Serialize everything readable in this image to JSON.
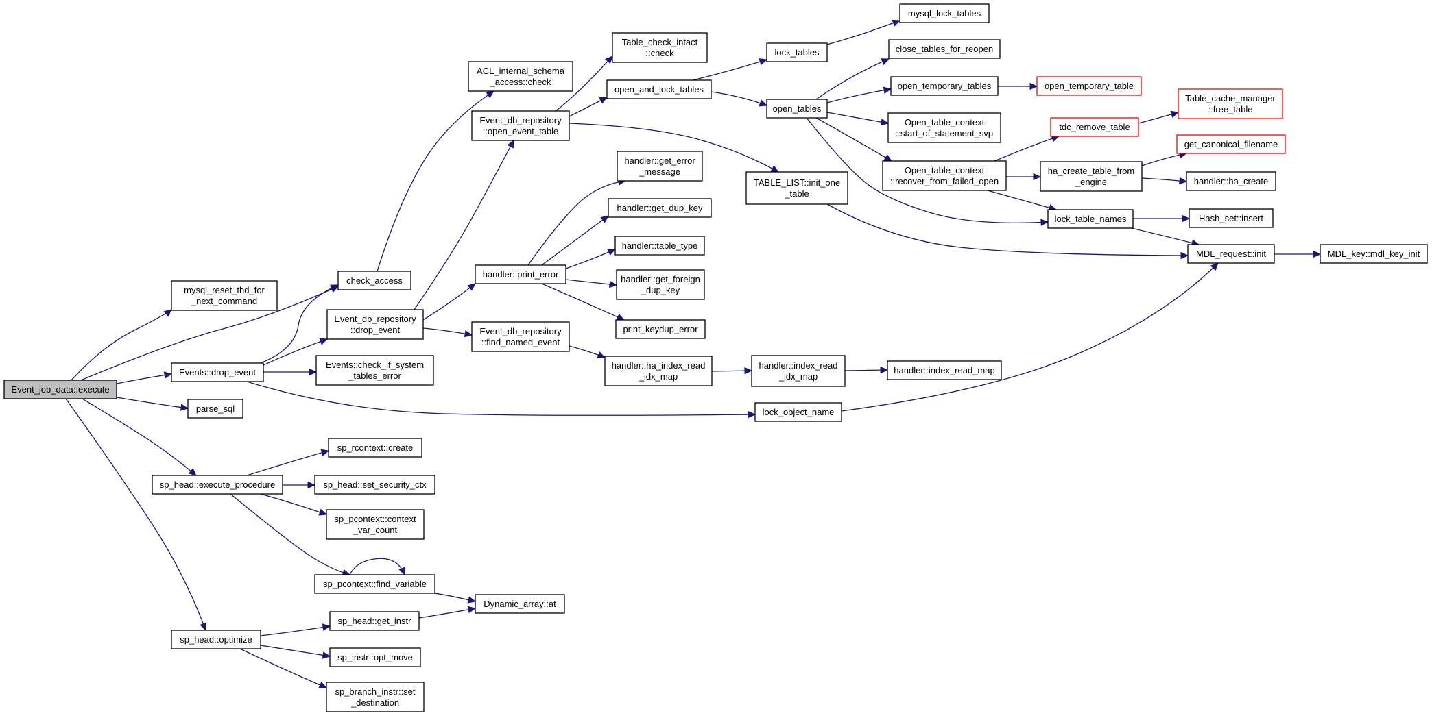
{
  "diagram": {
    "root": "Event_job_data::execute",
    "edge_color": "#191970",
    "root_fill": "#bfbfbf",
    "truncated_border": "#ff0000",
    "nodes": [
      {
        "id": "n_execute",
        "lines": [
          "Event_job_data::execute"
        ],
        "root": true
      },
      {
        "id": "n_mysql_reset",
        "lines": [
          "mysql_reset_thd_for",
          "_next_command"
        ]
      },
      {
        "id": "n_events_drop",
        "lines": [
          "Events::drop_event"
        ]
      },
      {
        "id": "n_parse_sql",
        "lines": [
          "parse_sql"
        ]
      },
      {
        "id": "n_exec_proc",
        "lines": [
          "sp_head::execute_procedure"
        ]
      },
      {
        "id": "n_optimize",
        "lines": [
          "sp_head::optimize"
        ]
      },
      {
        "id": "n_check_access",
        "lines": [
          "check_access"
        ]
      },
      {
        "id": "n_acl",
        "lines": [
          "ACL_internal_schema",
          "_access::check"
        ]
      },
      {
        "id": "n_repo_drop",
        "lines": [
          "Event_db_repository",
          "::drop_event"
        ]
      },
      {
        "id": "n_check_sys",
        "lines": [
          "Events::check_if_system",
          "_tables_error"
        ]
      },
      {
        "id": "n_lock_obj",
        "lines": [
          "lock_object_name"
        ]
      },
      {
        "id": "n_rctx_create",
        "lines": [
          "sp_rcontext::create"
        ]
      },
      {
        "id": "n_set_sec",
        "lines": [
          "sp_head::set_security_ctx"
        ]
      },
      {
        "id": "n_pctx_ctx",
        "lines": [
          "sp_pcontext::context",
          "_var_count"
        ]
      },
      {
        "id": "n_find_var",
        "lines": [
          "sp_pcontext::find_variable"
        ]
      },
      {
        "id": "n_get_instr",
        "lines": [
          "sp_head::get_instr"
        ]
      },
      {
        "id": "n_opt_move",
        "lines": [
          "sp_instr::opt_move"
        ]
      },
      {
        "id": "n_set_dest",
        "lines": [
          "sp_branch_instr::set",
          "_destination"
        ]
      },
      {
        "id": "n_dyn_at",
        "lines": [
          "Dynamic_array::at"
        ]
      },
      {
        "id": "n_open_event",
        "lines": [
          "Event_db_repository",
          "::open_event_table"
        ]
      },
      {
        "id": "n_print_error",
        "lines": [
          "handler::print_error"
        ]
      },
      {
        "id": "n_find_named",
        "lines": [
          "Event_db_repository",
          "::find_named_event"
        ]
      },
      {
        "id": "n_tci_check",
        "lines": [
          "Table_check_intact",
          "::check"
        ]
      },
      {
        "id": "n_open_lock",
        "lines": [
          "open_and_lock_tables"
        ]
      },
      {
        "id": "n_get_err_msg",
        "lines": [
          "handler::get_error",
          "_message"
        ]
      },
      {
        "id": "n_get_dup",
        "lines": [
          "handler::get_dup_key"
        ]
      },
      {
        "id": "n_table_type",
        "lines": [
          "handler::table_type"
        ]
      },
      {
        "id": "n_get_foreign",
        "lines": [
          "handler::get_foreign",
          "_dup_key"
        ]
      },
      {
        "id": "n_keydup",
        "lines": [
          "print_keydup_error"
        ]
      },
      {
        "id": "n_ha_idx",
        "lines": [
          "handler::ha_index_read",
          "_idx_map"
        ]
      },
      {
        "id": "n_lock_tables",
        "lines": [
          "lock_tables"
        ]
      },
      {
        "id": "n_open_tables",
        "lines": [
          "open_tables"
        ]
      },
      {
        "id": "n_tl_init",
        "lines": [
          "TABLE_LIST::init_one",
          "_table"
        ]
      },
      {
        "id": "n_idx_read",
        "lines": [
          "handler::index_read",
          "_idx_map"
        ]
      },
      {
        "id": "n_idx_read_map",
        "lines": [
          "handler::index_read_map"
        ]
      },
      {
        "id": "n_mysql_lock",
        "lines": [
          "mysql_lock_tables"
        ]
      },
      {
        "id": "n_close_reopen",
        "lines": [
          "close_tables_for_reopen"
        ]
      },
      {
        "id": "n_open_temps",
        "lines": [
          "open_temporary_tables"
        ]
      },
      {
        "id": "n_otc_start",
        "lines": [
          "Open_table_context",
          "::start_of_statement_svp"
        ]
      },
      {
        "id": "n_otc_recover",
        "lines": [
          "Open_table_context",
          "::recover_from_failed_open"
        ]
      },
      {
        "id": "n_open_temp",
        "lines": [
          "open_temporary_table"
        ],
        "truncated": true
      },
      {
        "id": "n_tdc_remove",
        "lines": [
          "tdc_remove_table"
        ],
        "truncated": true
      },
      {
        "id": "n_ha_create_eng",
        "lines": [
          "ha_create_table_from",
          "_engine"
        ]
      },
      {
        "id": "n_lock_names",
        "lines": [
          "lock_table_names"
        ]
      },
      {
        "id": "n_tcm_free",
        "lines": [
          "Table_cache_manager",
          "::free_table"
        ],
        "truncated": true
      },
      {
        "id": "n_canon",
        "lines": [
          "get_canonical_filename"
        ],
        "truncated": true
      },
      {
        "id": "n_ha_create",
        "lines": [
          "handler::ha_create"
        ]
      },
      {
        "id": "n_hash_insert",
        "lines": [
          "Hash_set::insert"
        ]
      },
      {
        "id": "n_mdl_req",
        "lines": [
          "MDL_request::init"
        ]
      },
      {
        "id": "n_mdl_key",
        "lines": [
          "MDL_key::mdl_key_init"
        ]
      }
    ]
  }
}
